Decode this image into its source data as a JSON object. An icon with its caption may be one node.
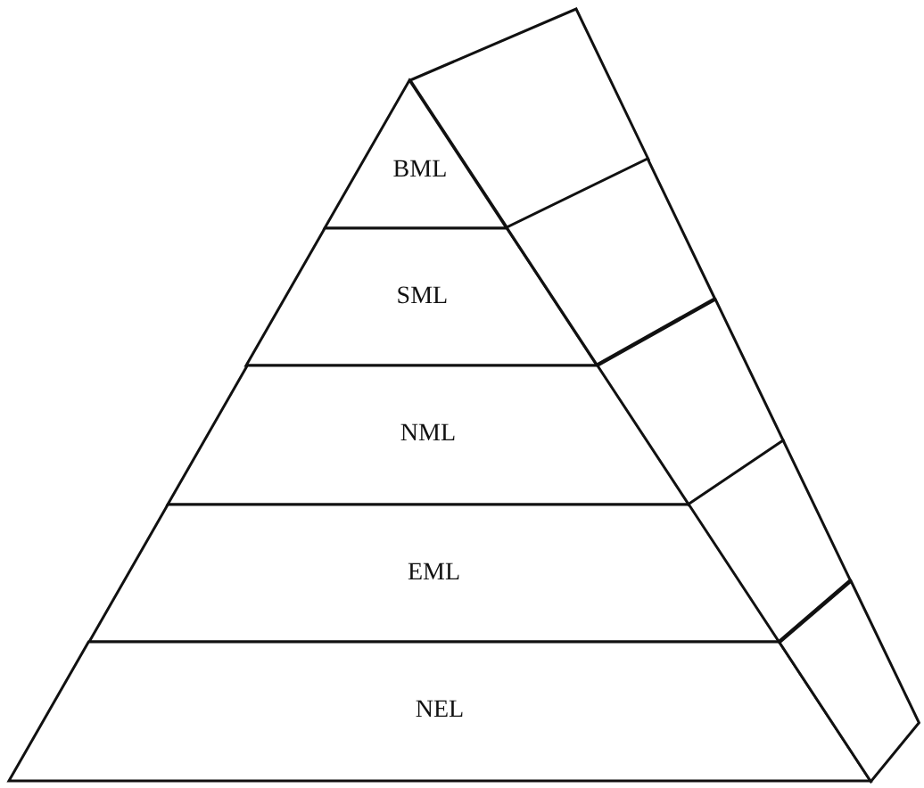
{
  "diagram": {
    "nodes": [
      {
        "text": [
          "BML"
        ]
      },
      {
        "text": [
          "SML"
        ]
      },
      {
        "text": [
          "NML"
        ]
      },
      {
        "text": [
          "EML"
        ]
      },
      {
        "text": [
          "NEL"
        ]
      },
      {
        "text": [],
        "shape": "box"
      },
      {
        "text": [],
        "shape": "box"
      },
      {
        "text": [],
        "shape": "box"
      },
      {
        "text": [],
        "shape": "box"
      },
      {
        "text": [],
        "shape": "box"
      }
    ]
  }
}
